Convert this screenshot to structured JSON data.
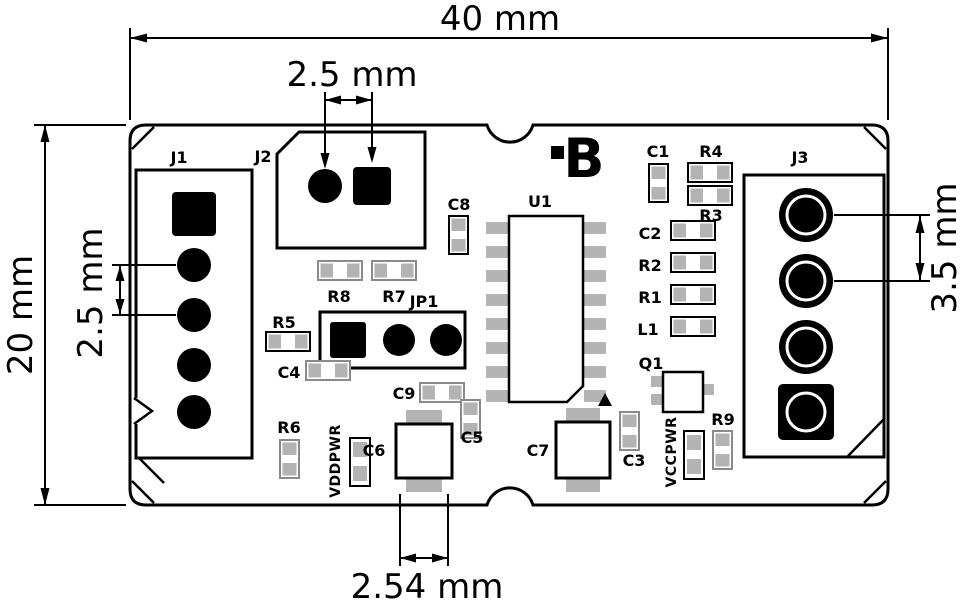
{
  "dimensions": {
    "board_width": "40 mm",
    "board_height": "20 mm",
    "j2_pitch": "2.5 mm",
    "j1_pitch": "2.5 mm",
    "j3_pitch": "3.5 mm",
    "bottom_pitch": "2.54 mm"
  },
  "components": {
    "J1": "J1",
    "J2": "J2",
    "J3": "J3",
    "JP1": "JP1",
    "U1": "U1",
    "C1": "C1",
    "C2": "C2",
    "C3": "C3",
    "C4": "C4",
    "C5": "C5",
    "C6": "C6",
    "C7": "C7",
    "C8": "C8",
    "C9": "C9",
    "R1": "R1",
    "R2": "R2",
    "R3": "R3",
    "R4": "R4",
    "R5": "R5",
    "R6": "R6",
    "R7": "R7",
    "R8": "R8",
    "R9": "R9",
    "L1": "L1",
    "Q1": "Q1"
  },
  "nets": {
    "vddpwr": "VDDPWR",
    "vccpwr": "VCCPWR"
  },
  "logo": {
    "letter": "B"
  },
  "colors": {
    "line": "#000000",
    "pad_gray": "#b3b3b3",
    "background": "#ffffff"
  }
}
